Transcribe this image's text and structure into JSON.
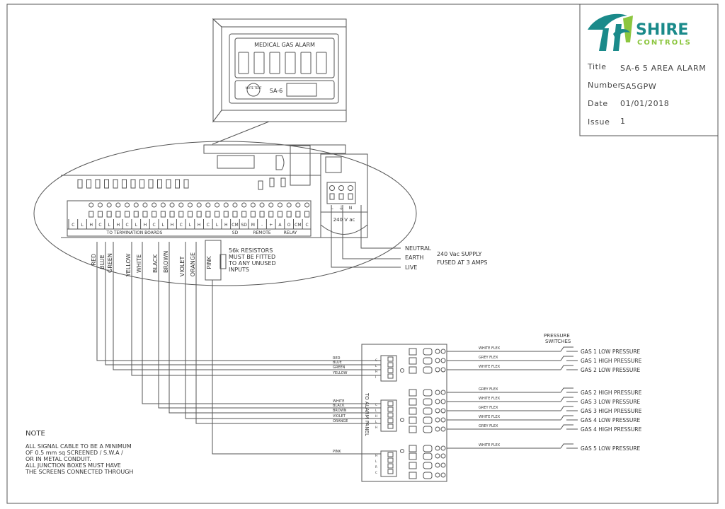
{
  "title_block": {
    "logo_name": "SHIRE",
    "logo_sub": "CONTROLS",
    "title_label": "Title",
    "title_value": "SA-6 5 AREA ALARM",
    "number_label": "Number",
    "number_value": "SA5GPW",
    "date_label": "Date",
    "date_value": "01/01/2018",
    "issue_label": "Issue",
    "issue_value": "1"
  },
  "panel": {
    "heading": "MEDICAL GAS ALARM",
    "mute_test": "MUTE TEST",
    "model": "SA-6"
  },
  "board": {
    "terminal_labels": [
      "C",
      "L",
      "H",
      "C",
      "L",
      "H",
      "C",
      "L",
      "H",
      "C",
      "L",
      "H",
      "C",
      "L",
      "H",
      "C",
      "L",
      "H",
      "CM",
      "SD",
      "M",
      "-",
      "+",
      "A",
      "O",
      "CM",
      "C"
    ],
    "group_termination": "TO TERMINATION BOARDS",
    "group_sd": "SD",
    "group_remote": "REMOTE",
    "group_relay": "RELAY",
    "supply_terminals": [
      "L",
      "",
      "N"
    ],
    "supply_rating": "240 V ac",
    "cable_colours": [
      "RED",
      "BLUE",
      "GREEN",
      "YELLOW",
      "WHITE",
      "BLACK",
      "BROWN",
      "VIOLET",
      "ORANGE",
      "PINK"
    ],
    "resistor_note": [
      "56k RESISTORS",
      "MUST BE FITTED",
      "TO ANY UNUSED",
      "INPUTS"
    ]
  },
  "supply": {
    "neutral": "NEUTRAL",
    "earth": "EARTH",
    "live": "LIVE",
    "desc_line1": "240 Vac SUPPLY",
    "desc_line2": "FUSED AT 3 AMPS"
  },
  "junction": {
    "panel_label": "TO ALARM PANEL",
    "block1_wires": [
      "RED",
      "BLUE",
      "GREEN",
      "YELLOW"
    ],
    "block2_wires": [
      "WHITE",
      "BLACK",
      "BROWN",
      "VIOLET",
      "ORANGE"
    ],
    "block3_wires": [
      "PINK"
    ],
    "block1_pins": [
      "C",
      "L",
      "H",
      "I"
    ],
    "block2_pins": [
      "C",
      "L",
      "H",
      "L",
      "H"
    ],
    "block3_pins": [
      "H",
      "L",
      "R",
      "C"
    ]
  },
  "switches": {
    "heading_line1": "PRESSURE",
    "heading_line2": "SWITCHES",
    "items": [
      {
        "flex": "WHITE FLEX",
        "gas": "GAS 1 LOW PRESSURE"
      },
      {
        "flex": "GREY FLEX",
        "gas": "GAS 1 HIGH PRESSURE"
      },
      {
        "flex": "WHITE FLEX",
        "gas": "GAS 2 LOW PRESSURE"
      },
      {
        "flex": "GREY FLEX",
        "gas": "GAS 2 HIGH PRESSURE"
      },
      {
        "flex": "WHITE FLEX",
        "gas": "GAS 3 LOW PRESSURE"
      },
      {
        "flex": "GREY FLEX",
        "gas": "GAS 3 HIGH PRESSURE"
      },
      {
        "flex": "WHITE FLEX",
        "gas": "GAS 4 LOW PRESSURE"
      },
      {
        "flex": "GREY FLEX",
        "gas": "GAS 4 HIGH PRESSURE"
      },
      {
        "flex": "WHITE FLEX",
        "gas": "GAS 5 LOW PRESSURE"
      }
    ]
  },
  "note": {
    "heading": "NOTE",
    "lines": [
      "ALL SIGNAL CABLE TO BE A MINIMUM",
      "OF 0.5 mm sq SCREENED / S.W.A /",
      "OR IN METAL CONDUIT.",
      "ALL JUNCTION BOXES MUST HAVE",
      "THE SCREENS CONNECTED THROUGH"
    ]
  },
  "colors": {
    "line": "#555555",
    "logo_teal": "#1a8a8a",
    "logo_green": "#8cc63f"
  }
}
